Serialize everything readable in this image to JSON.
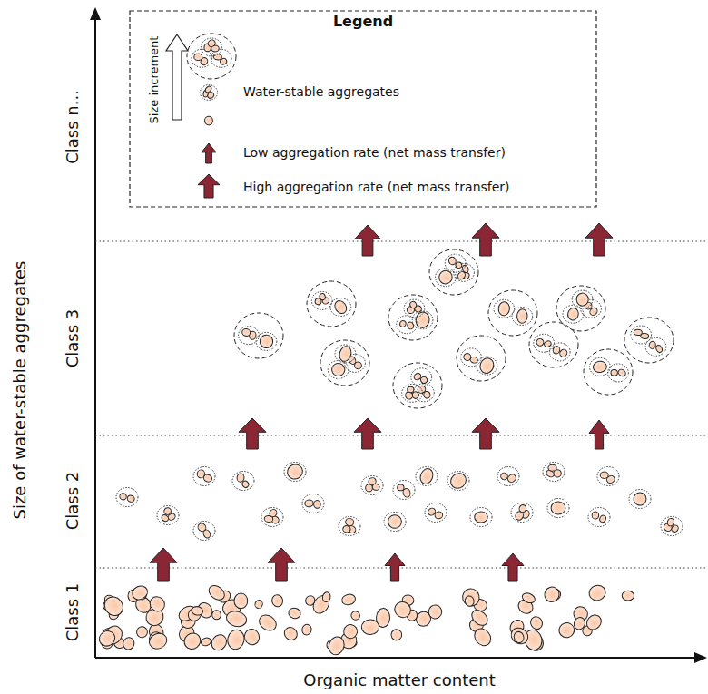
{
  "diagram": {
    "labels": [
      "Legend",
      "Size increment",
      "Size of water-stable aggregates",
      "Organic matter content",
      "Class 1",
      "Class 2",
      "Class 3",
      "Class n..."
    ],
    "legend": [
      {
        "text": "Water-stable aggregates"
      },
      {
        "text": "Low aggregation rate (net mass transfer)"
      },
      {
        "text": "High aggregation rate (net mass transfer)"
      }
    ]
  }
}
